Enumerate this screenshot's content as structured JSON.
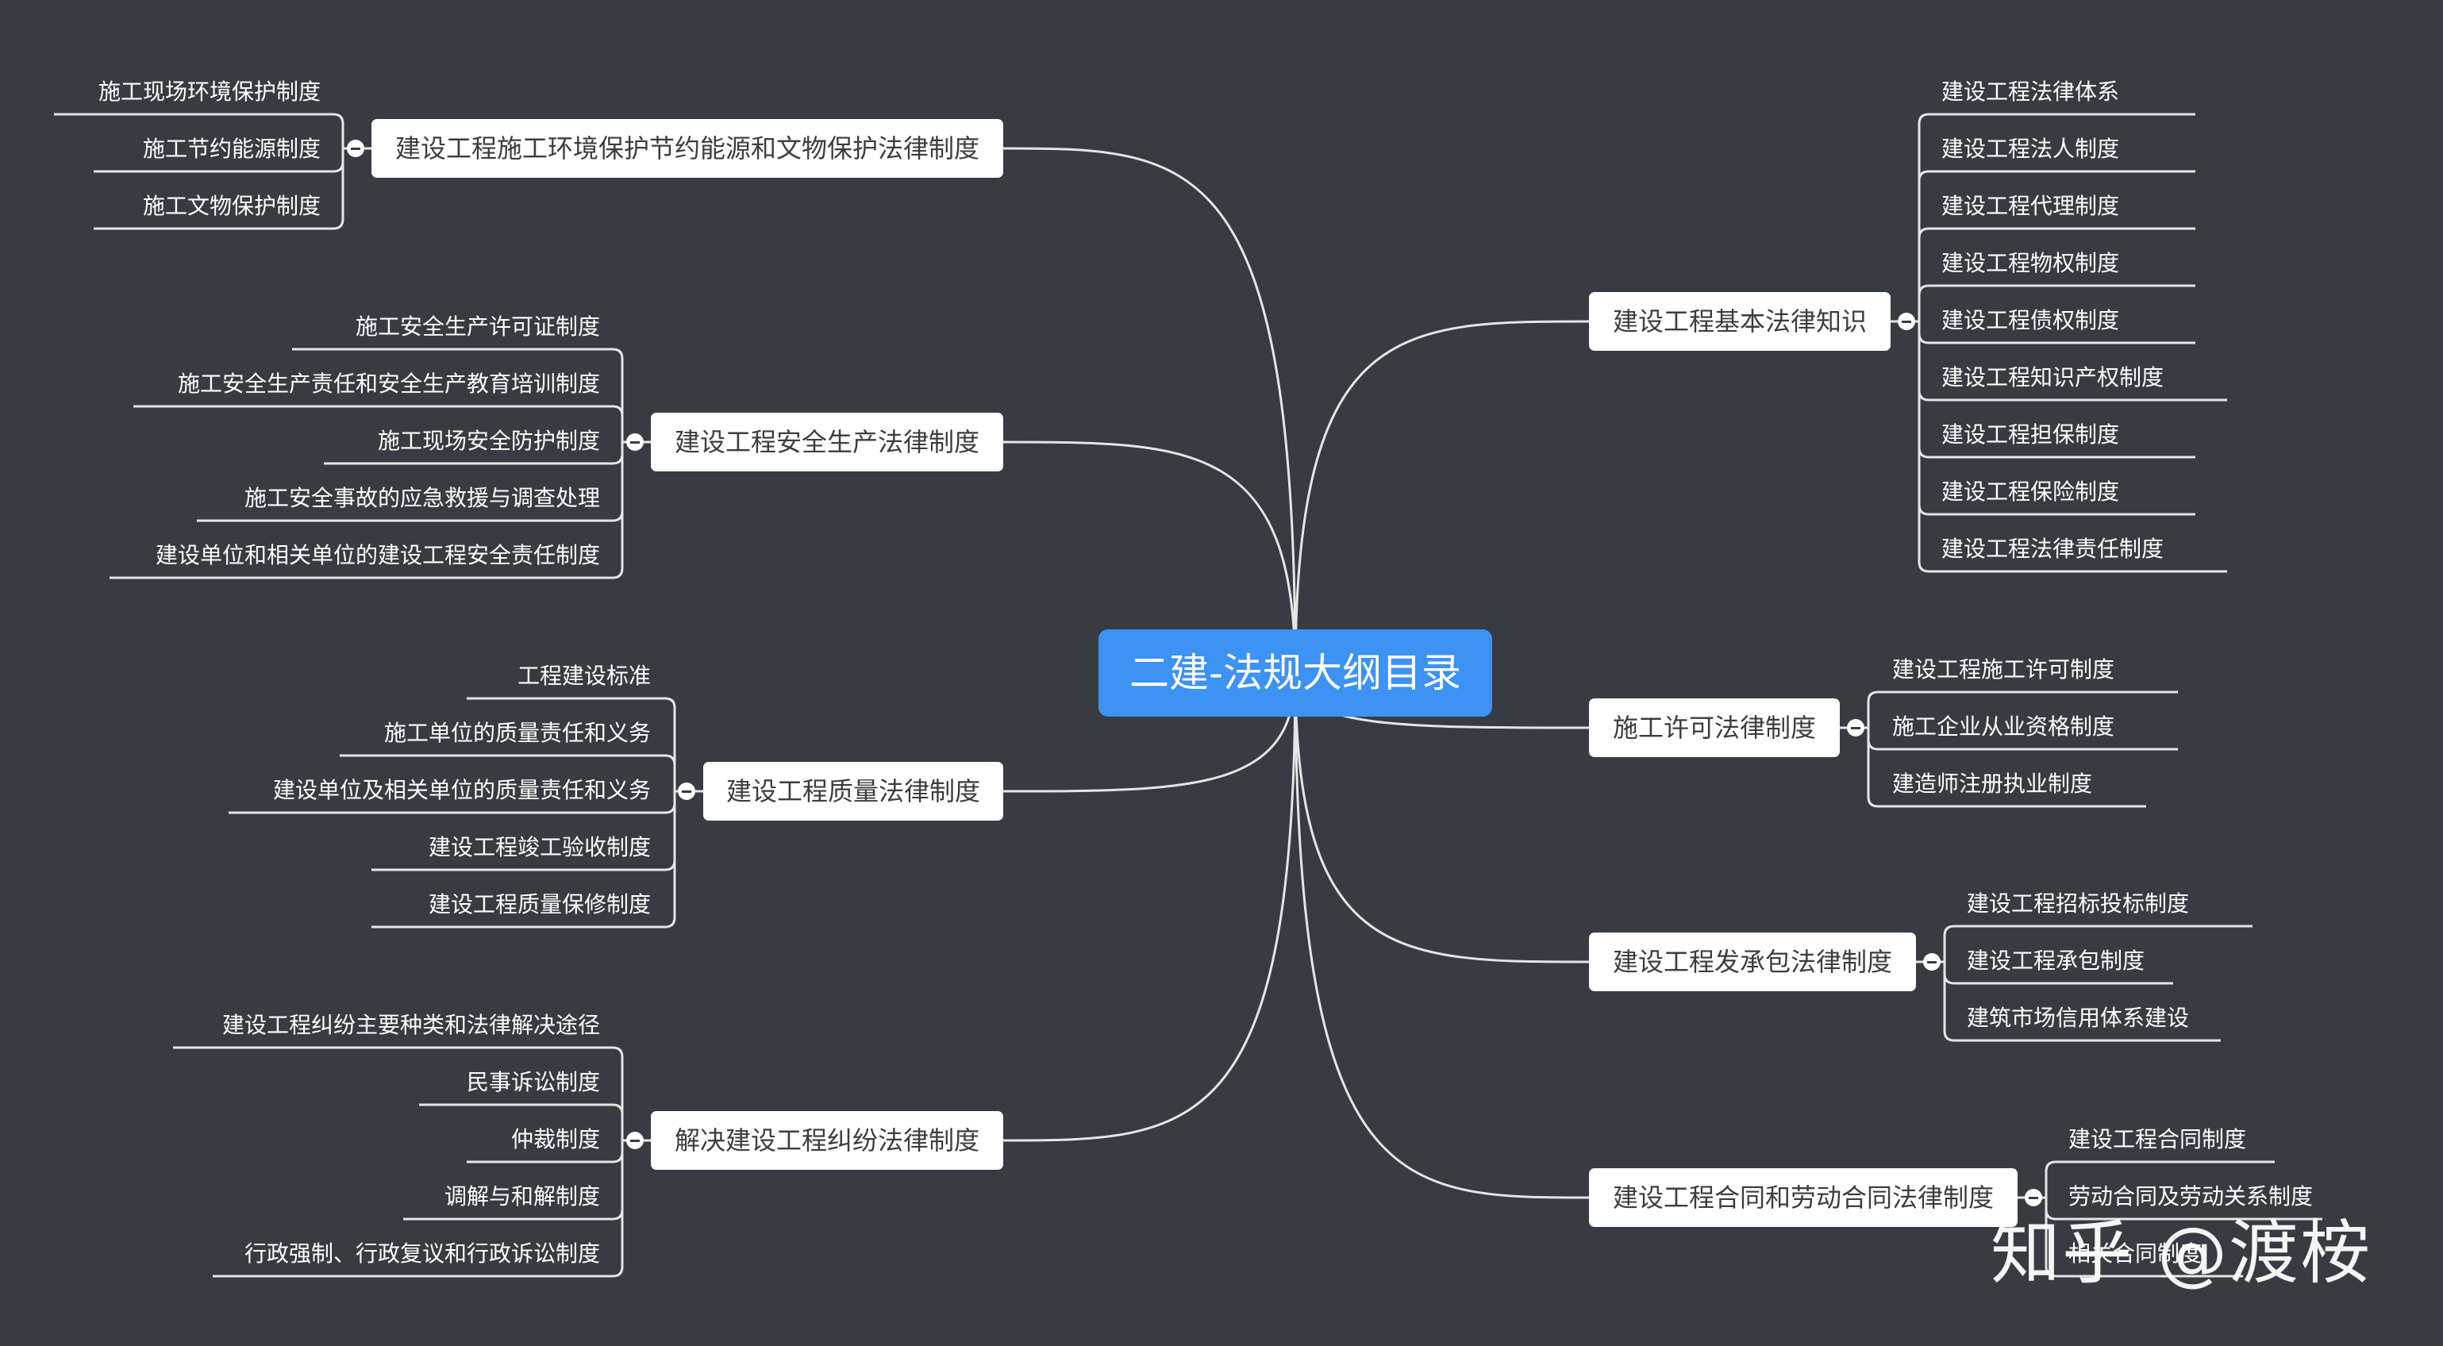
{
  "title": "二建-法规大纲目录",
  "watermark": "知乎 @渡桉",
  "colors": {
    "background": "#383b41",
    "root": "#3c92f5",
    "line": "#e6e6e6",
    "node": "#ffffff"
  },
  "branches": [
    {
      "label": "建设工程施工环境保护节约能源和文物保护法律制度",
      "side": "left",
      "children": [
        "施工现场环境保护制度",
        "施工节约能源制度",
        "施工文物保护制度"
      ]
    },
    {
      "label": "建设工程安全生产法律制度",
      "side": "left",
      "children": [
        "施工安全生产许可证制度",
        "施工安全生产责任和安全生产教育培训制度",
        "施工现场安全防护制度",
        "施工安全事故的应急救援与调查处理",
        "建设单位和相关单位的建设工程安全责任制度"
      ]
    },
    {
      "label": "建设工程质量法律制度",
      "side": "left",
      "children": [
        "工程建设标准",
        "施工单位的质量责任和义务",
        "建设单位及相关单位的质量责任和义务",
        "建设工程竣工验收制度",
        "建设工程质量保修制度"
      ]
    },
    {
      "label": "解决建设工程纠纷法律制度",
      "side": "left",
      "children": [
        "建设工程纠纷主要种类和法律解决途径",
        "民事诉讼制度",
        "仲裁制度",
        "调解与和解制度",
        "行政强制、行政复议和行政诉讼制度"
      ]
    },
    {
      "label": "建设工程基本法律知识",
      "side": "right",
      "children": [
        "建设工程法律体系",
        "建设工程法人制度",
        "建设工程代理制度",
        "建设工程物权制度",
        "建设工程债权制度",
        "建设工程知识产权制度",
        "建设工程担保制度",
        "建设工程保险制度",
        "建设工程法律责任制度"
      ]
    },
    {
      "label": "施工许可法律制度",
      "side": "right",
      "children": [
        "建设工程施工许可制度",
        "施工企业从业资格制度",
        "建造师注册执业制度"
      ]
    },
    {
      "label": "建设工程发承包法律制度",
      "side": "right",
      "children": [
        "建设工程招标投标制度",
        "建设工程承包制度",
        "建筑市场信用体系建设"
      ]
    },
    {
      "label": "建设工程合同和劳动合同法律制度",
      "side": "right",
      "children": [
        "建设工程合同制度",
        "劳动合同及劳动关系制度",
        "相关合同制度"
      ]
    }
  ]
}
